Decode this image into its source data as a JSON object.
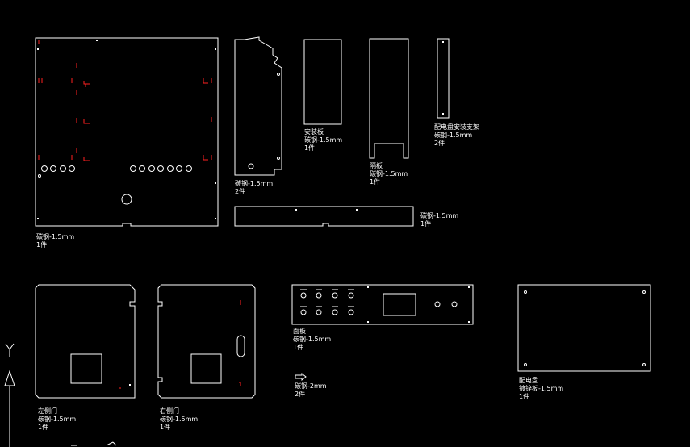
{
  "colors": {
    "background": "#000000",
    "outline": "#ffffff",
    "markers": "#ff2020"
  },
  "parts": {
    "back_panel": {
      "material": "碳钢-1.5mm",
      "qty": "1件"
    },
    "side_bracket": {
      "material": "碳钢-1.5mm",
      "qty": "2件"
    },
    "mount_plate": {
      "name": "安装板",
      "material": "碳钢-1.5mm",
      "qty": "1件"
    },
    "partition": {
      "name": "隔板",
      "material": "碳钢-1.5mm",
      "qty": "1件"
    },
    "dist_bracket": {
      "name": "配电盘安装支架",
      "material": "碳钢-1.5mm",
      "qty": "2件"
    },
    "long_strip": {
      "material": "碳钢-1.5mm",
      "qty": "1件"
    },
    "left_door": {
      "name": "左侧门",
      "material": "碳钢-1.5mm",
      "qty": "1件"
    },
    "right_door": {
      "name": "右侧门",
      "material": "碳钢-1.5mm",
      "qty": "1件"
    },
    "face_panel": {
      "name": "面板",
      "material": "碳钢-1.5mm",
      "qty": "1件"
    },
    "small_part": {
      "material": "碳钢-2mm",
      "qty": "2件"
    },
    "dist_board": {
      "name": "配电盘",
      "material": "镀锌板-1.5mm",
      "qty": "1件"
    }
  }
}
